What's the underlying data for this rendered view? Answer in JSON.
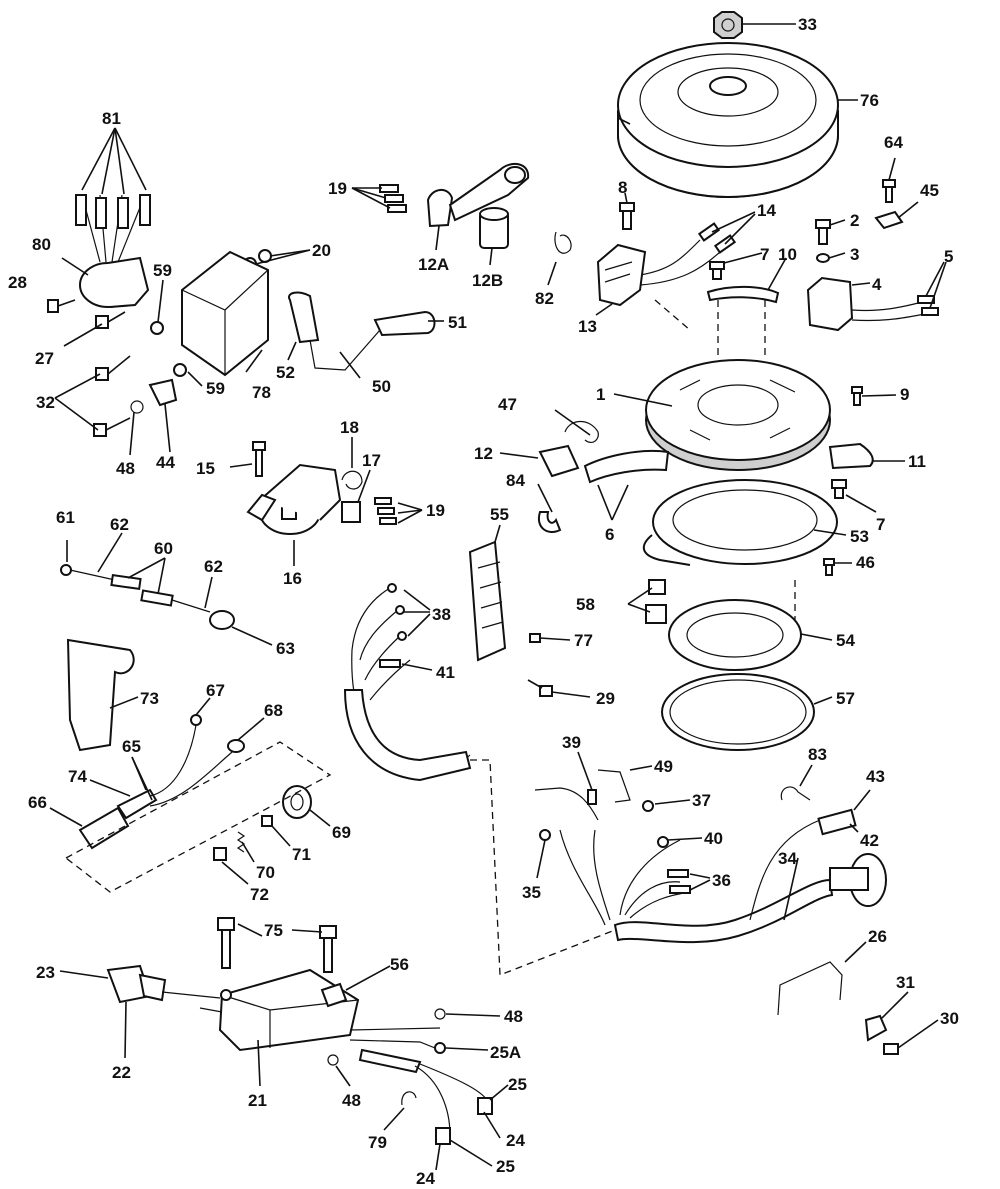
{
  "callouts": [
    {
      "id": "n33",
      "text": "33"
    },
    {
      "id": "n76",
      "text": "76"
    },
    {
      "id": "n64",
      "text": "64"
    },
    {
      "id": "n45",
      "text": "45"
    },
    {
      "id": "n8",
      "text": "8"
    },
    {
      "id": "n14",
      "text": "14"
    },
    {
      "id": "n2",
      "text": "2"
    },
    {
      "id": "n3",
      "text": "3"
    },
    {
      "id": "n7a",
      "text": "7"
    },
    {
      "id": "n10",
      "text": "10"
    },
    {
      "id": "n4",
      "text": "4"
    },
    {
      "id": "n5",
      "text": "5"
    },
    {
      "id": "n13",
      "text": "13"
    },
    {
      "id": "n19a",
      "text": "19"
    },
    {
      "id": "n12A",
      "text": "12A"
    },
    {
      "id": "n12B",
      "text": "12B"
    },
    {
      "id": "n82",
      "text": "82"
    },
    {
      "id": "n81",
      "text": "81"
    },
    {
      "id": "n80",
      "text": "80"
    },
    {
      "id": "n28",
      "text": "28"
    },
    {
      "id": "n59a",
      "text": "59"
    },
    {
      "id": "n20",
      "text": "20"
    },
    {
      "id": "n27",
      "text": "27"
    },
    {
      "id": "n51",
      "text": "51"
    },
    {
      "id": "n52",
      "text": "52"
    },
    {
      "id": "n50",
      "text": "50"
    },
    {
      "id": "n78",
      "text": "78"
    },
    {
      "id": "n59b",
      "text": "59"
    },
    {
      "id": "n32",
      "text": "32"
    },
    {
      "id": "n48a",
      "text": "48"
    },
    {
      "id": "n44",
      "text": "44"
    },
    {
      "id": "n1",
      "text": "1"
    },
    {
      "id": "n9",
      "text": "9"
    },
    {
      "id": "n47",
      "text": "47"
    },
    {
      "id": "n11",
      "text": "11"
    },
    {
      "id": "n12",
      "text": "12"
    },
    {
      "id": "n7b",
      "text": "7"
    },
    {
      "id": "n18",
      "text": "18"
    },
    {
      "id": "n17",
      "text": "17"
    },
    {
      "id": "n15",
      "text": "15"
    },
    {
      "id": "n19b",
      "text": "19"
    },
    {
      "id": "n16",
      "text": "16"
    },
    {
      "id": "n84",
      "text": "84"
    },
    {
      "id": "n6",
      "text": "6"
    },
    {
      "id": "n53",
      "text": "53"
    },
    {
      "id": "n55",
      "text": "55"
    },
    {
      "id": "n46",
      "text": "46"
    },
    {
      "id": "n61",
      "text": "61"
    },
    {
      "id": "n62a",
      "text": "62"
    },
    {
      "id": "n60",
      "text": "60"
    },
    {
      "id": "n62b",
      "text": "62"
    },
    {
      "id": "n63",
      "text": "63"
    },
    {
      "id": "n38",
      "text": "38"
    },
    {
      "id": "n58",
      "text": "58"
    },
    {
      "id": "n77",
      "text": "77"
    },
    {
      "id": "n54",
      "text": "54"
    },
    {
      "id": "n41",
      "text": "41"
    },
    {
      "id": "n29",
      "text": "29"
    },
    {
      "id": "n57",
      "text": "57"
    },
    {
      "id": "n73",
      "text": "73"
    },
    {
      "id": "n67",
      "text": "67"
    },
    {
      "id": "n68",
      "text": "68"
    },
    {
      "id": "n65",
      "text": "65"
    },
    {
      "id": "n74",
      "text": "74"
    },
    {
      "id": "n66",
      "text": "66"
    },
    {
      "id": "n69",
      "text": "69"
    },
    {
      "id": "n71",
      "text": "71"
    },
    {
      "id": "n70",
      "text": "70"
    },
    {
      "id": "n72",
      "text": "72"
    },
    {
      "id": "n39",
      "text": "39"
    },
    {
      "id": "n49",
      "text": "49"
    },
    {
      "id": "n37",
      "text": "37"
    },
    {
      "id": "n83",
      "text": "83"
    },
    {
      "id": "n43",
      "text": "43"
    },
    {
      "id": "n40",
      "text": "40"
    },
    {
      "id": "n42",
      "text": "42"
    },
    {
      "id": "n35",
      "text": "35"
    },
    {
      "id": "n36",
      "text": "36"
    },
    {
      "id": "n34",
      "text": "34"
    },
    {
      "id": "n75",
      "text": "75"
    },
    {
      "id": "n26",
      "text": "26"
    },
    {
      "id": "n23",
      "text": "23"
    },
    {
      "id": "n56",
      "text": "56"
    },
    {
      "id": "n31",
      "text": "31"
    },
    {
      "id": "n30",
      "text": "30"
    },
    {
      "id": "n48b",
      "text": "48"
    },
    {
      "id": "n25A",
      "text": "25A"
    },
    {
      "id": "n22",
      "text": "22"
    },
    {
      "id": "n21",
      "text": "21"
    },
    {
      "id": "n48c",
      "text": "48"
    },
    {
      "id": "n25a",
      "text": "25"
    },
    {
      "id": "n79",
      "text": "79"
    },
    {
      "id": "n24a",
      "text": "24"
    },
    {
      "id": "n24b",
      "text": "24"
    },
    {
      "id": "n25b",
      "text": "25"
    }
  ]
}
